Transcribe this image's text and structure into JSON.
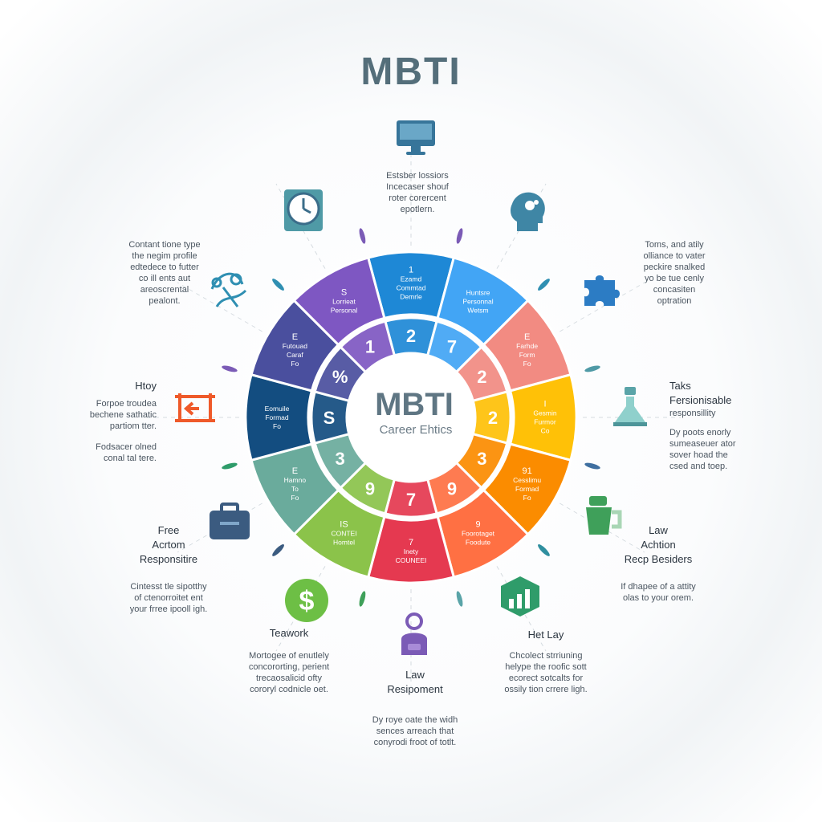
{
  "title": "MBTI",
  "center": {
    "title": "MBTI",
    "subtitle": "Career Ehtics"
  },
  "colors": {
    "title": "#546e7a",
    "sectors": [
      "#1e88d6",
      "#42a5f5",
      "#f28b82",
      "#ffc107",
      "#fb8c00",
      "#ff7043",
      "#e53950",
      "#8bc34a",
      "#6aab9c",
      "#134d80",
      "#4a4f9e",
      "#7e57c2"
    ]
  },
  "wheel": {
    "outer": [
      {
        "num": "1",
        "text": "Ezamd\nCommtad\nDemrle"
      },
      {
        "num": "",
        "text": "Huntsre\nPersonnal\nWetsm"
      },
      {
        "num": "E",
        "text": "Farhde\nForm\nFo"
      },
      {
        "num": "I",
        "text": "Gesmin\nFurmor\nCo"
      },
      {
        "num": "91",
        "text": "Cesslimu\nFormad\nFo"
      },
      {
        "num": "9",
        "text": "Foorotaget\nFoodute"
      },
      {
        "num": "7",
        "text": "Inety\nCOUNEEI"
      },
      {
        "num": "IS",
        "text": "CONTEI\nHomtel"
      },
      {
        "num": "E",
        "text": "Hamno\nTo\nFo"
      },
      {
        "num": "",
        "text": "Eomuile\nFormad\nFo"
      },
      {
        "num": "E",
        "text": "Futouad\nCaraf\nFo"
      },
      {
        "num": "S",
        "text": "Lorrieat\nPersonal"
      }
    ],
    "inner": [
      "2",
      "7",
      "2",
      "2",
      "3",
      "9",
      "7",
      "9",
      "3",
      "S",
      "%",
      "1"
    ]
  },
  "blocks": {
    "top": {
      "text": "Estsber lossiors\nIncecaser shouf\nroter corercent\nepotlern."
    },
    "top_left": {
      "text": "Contant tione type\nthe negim profile\nedtedece to futter\nco ill ents aut\nareoscrental\npealont."
    },
    "top_right": {
      "text": "Toms, and atily\nolliance to vater\npeckire snalked\nyo be tue cenly\nconcasiten\noptration"
    },
    "left": {
      "heading": "Htoy",
      "text": "Forpoe troudea\nbechene sathatic\npartiom tter.",
      "text2": "Fodsacer olned\nconal tal tere."
    },
    "right": {
      "heading": "Taks",
      "heading2": "Fersionisable",
      "sub": "responsillity",
      "text": "Dy poots enorly\nsumeaseuer ator\nsover hoad the\ncsed and toep."
    },
    "lower_left": {
      "heading": "Free\nAcrtom\nResponsitire",
      "text": "Cintesst tle sipotthy\nof ctenorroitet ent\nyour frree ipooll igh."
    },
    "lower_right": {
      "heading": "Law\nAchtion\nRecp Besiders",
      "text": "If dhapee of a attity\nolas to your orem."
    },
    "bottom_left": {
      "heading": "Teawork",
      "text": "Mortogee of enutlely\nconcororting, perient\ntrecaosalicid ofty\ncororyl codnicle oet."
    },
    "bottom_center": {
      "heading": "Law\nResipoment",
      "text": "Dy roye oate the widh\nsences arreach that\nconyrodi froot of totlt."
    },
    "bottom_right": {
      "heading": "Het Lay",
      "text": "Chcolect strriuning\nhelype the roofic sott\necorect sotcalts for\nossily tion crrere ligh."
    }
  },
  "icons": [
    "monitor-icon",
    "clock-icon",
    "head-icon",
    "puzzle-icon",
    "network-icon",
    "gate-icon",
    "flask-icon",
    "briefcase-icon",
    "cup-icon",
    "dollar-icon",
    "chart-badge-icon",
    "person-icon"
  ]
}
